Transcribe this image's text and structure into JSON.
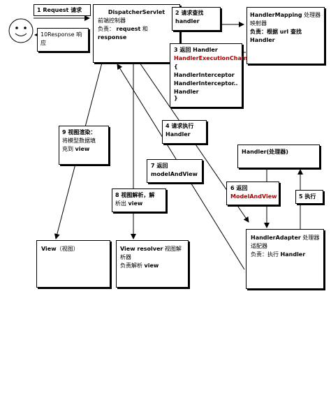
{
  "user": {
    "icon": "smiley-face-icon"
  },
  "labels": {
    "request": "1 Request 请求",
    "response": "10Response 响应"
  },
  "dispatcher": {
    "name": "DispatcherServlet",
    "role": "前端控制器",
    "duty_prefix": "负责：",
    "duty_request": "request",
    "duty_and": "和",
    "duty_response": "response"
  },
  "step2": {
    "text": "2 请求查找",
    "bold": "handler"
  },
  "handler_mapping": {
    "name": "HandlerMapping",
    "name_suffix": "处理器",
    "role": "映射器",
    "duty": "负责：根据 url 查找",
    "duty_bold": "Handler"
  },
  "step3": {
    "title": "3 返回 Handler",
    "chain": "HandlerExecutionChain",
    "brace_open": "{",
    "items": [
      "HandlerInterceptor",
      "HandlerInterceptor..",
      "Handler"
    ],
    "brace_close": "}"
  },
  "step4": {
    "text": "4 请求执行",
    "bold": "Handler"
  },
  "handler": {
    "text": "Handler(处理器)"
  },
  "step5": {
    "text": "5 执行"
  },
  "step6": {
    "text": "6 返回",
    "red": "ModelAndView"
  },
  "step7": {
    "text": "7 返回",
    "bold": "modelAndView"
  },
  "step9": {
    "text": "9 视图渲染：",
    "line2": "将模型数据填",
    "line3": "充到",
    "bold": "view"
  },
  "step8": {
    "text": "8 视图解析，解",
    "line2": "析出",
    "bold": "view"
  },
  "view": {
    "bold": "View",
    "text": "（视图）"
  },
  "view_resolver": {
    "bold": "View resolver",
    "text": "视图解",
    "line2": "析器",
    "duty": "负责解析",
    "duty_bold": "view"
  },
  "handler_adapter": {
    "bold": "HandlerAdapter",
    "text": "处理器",
    "line2": "适配器",
    "duty": "负责：执行",
    "duty_bold": "Handler"
  }
}
